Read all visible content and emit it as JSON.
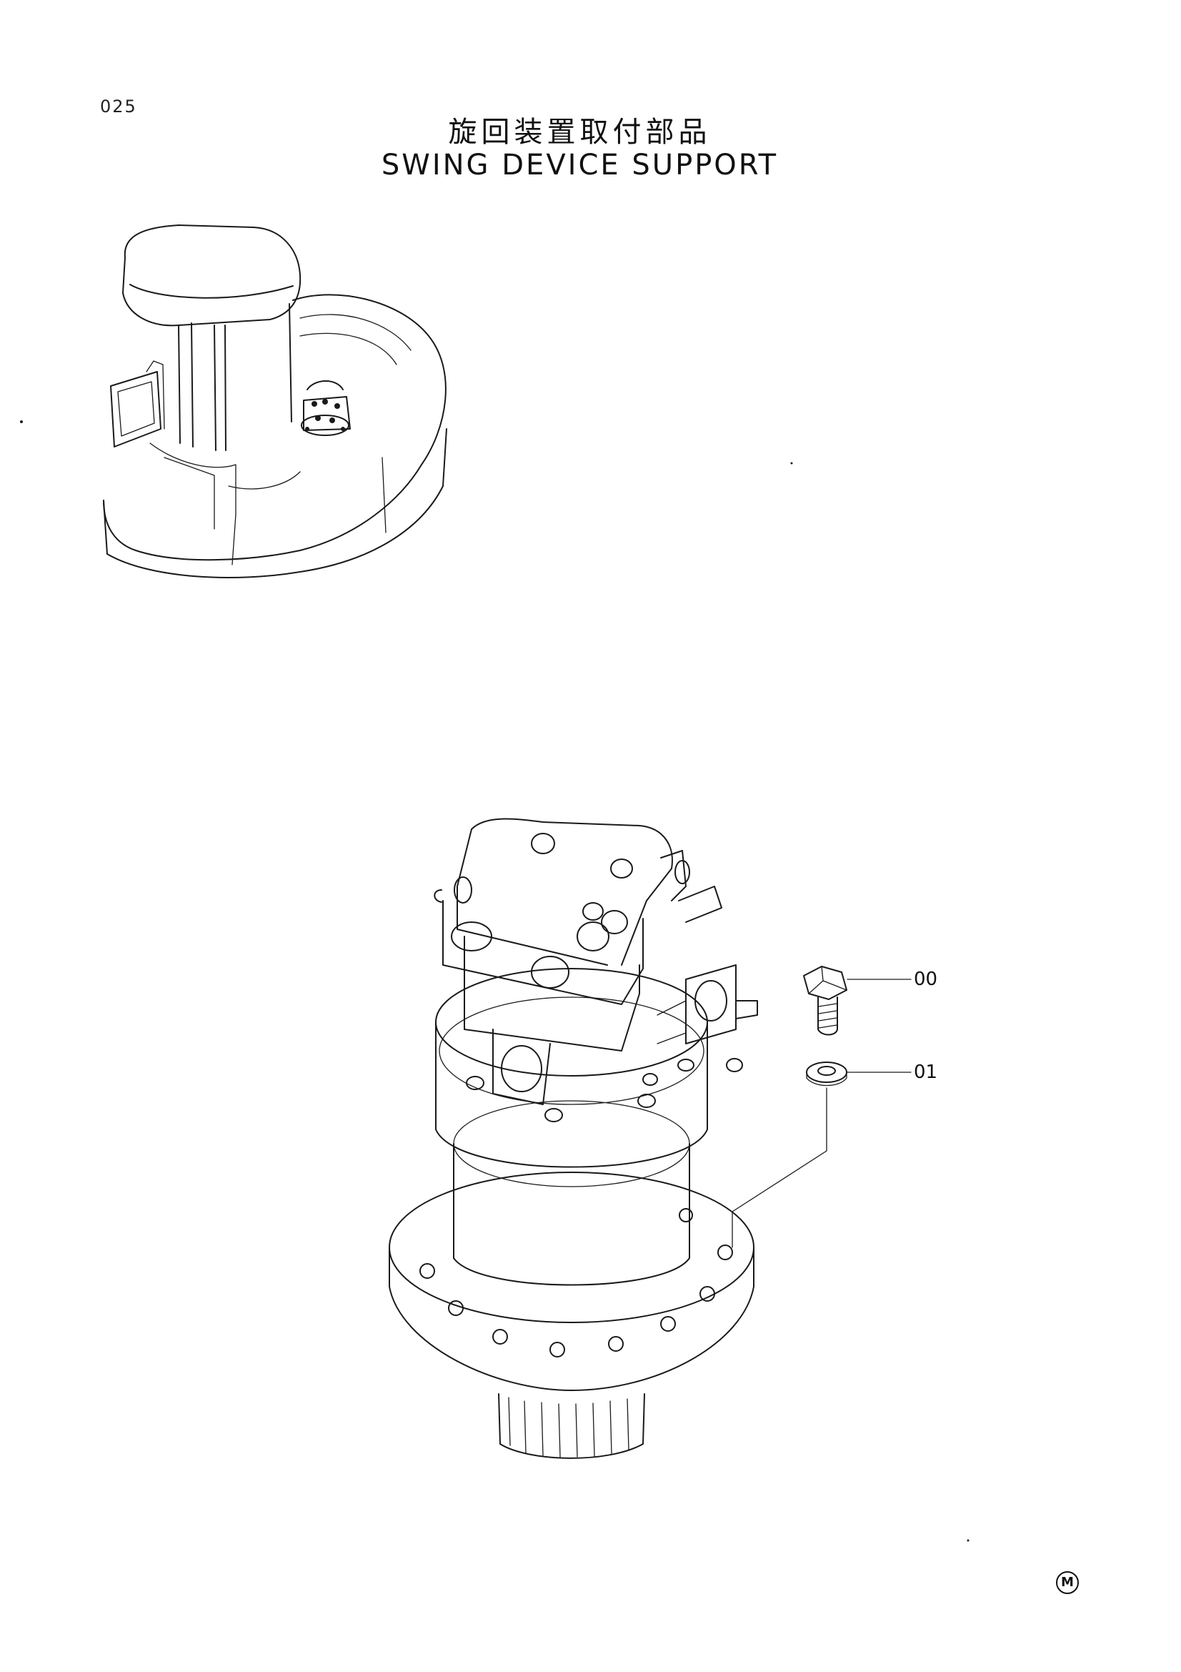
{
  "page": {
    "number": "025",
    "title_jp": "旋回装置取付部品",
    "title_en": "SWING DEVICE SUPPORT"
  },
  "diagram": {
    "overview": "machine upper structure with swing device location",
    "detail": "swing device assembly",
    "callouts": [
      {
        "id": "00",
        "part": "bolt"
      },
      {
        "id": "01",
        "part": "washer"
      }
    ]
  },
  "corner_mark": "M"
}
